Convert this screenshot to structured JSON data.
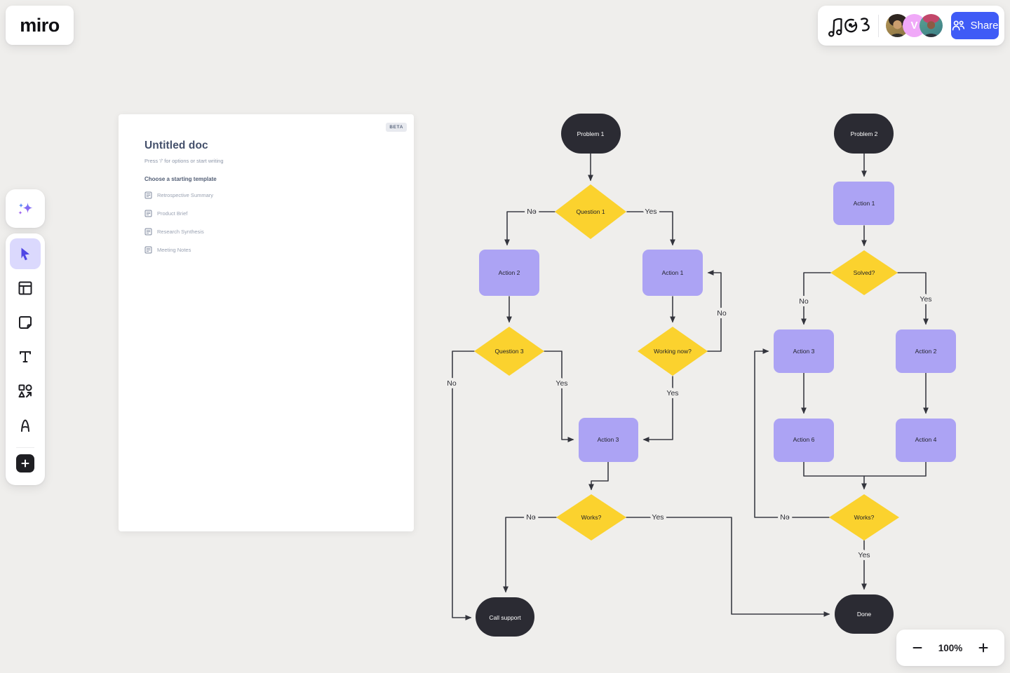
{
  "app": {
    "logo": "miro"
  },
  "header": {
    "share_label": "Share",
    "collaborators": [
      {
        "type": "photo",
        "desc": "woman avatar"
      },
      {
        "type": "letter",
        "initial": "V",
        "color": "#F0A9F8"
      },
      {
        "type": "photo",
        "desc": "man avatar"
      }
    ],
    "doodle": "hand-drawn-notes-scribble"
  },
  "toolbar": {
    "items": [
      {
        "name": "ai-assist",
        "icon": "sparkles-icon"
      },
      {
        "name": "select",
        "icon": "cursor-icon",
        "selected": true
      },
      {
        "name": "frames",
        "icon": "frame-icon"
      },
      {
        "name": "sticky-note",
        "icon": "sticky-note-icon"
      },
      {
        "name": "text",
        "icon": "text-icon"
      },
      {
        "name": "shapes",
        "icon": "shapes-icon"
      },
      {
        "name": "pen",
        "icon": "pen-icon"
      },
      {
        "name": "add-more",
        "icon": "plus-icon"
      }
    ]
  },
  "doc_card": {
    "badge": "BETA",
    "title": "Untitled doc",
    "subtitle": "Press '/' for options or start writing",
    "templates_heading": "Choose a starting template",
    "templates": [
      "Retrospective Summary",
      "Product Brief",
      "Research Synthesis",
      "Meeting Notes"
    ]
  },
  "flowchart": {
    "nodes": [
      {
        "label": "Problem 1",
        "type": "terminal"
      },
      {
        "label": "Question 1",
        "type": "decision"
      },
      {
        "label": "Action 2",
        "type": "process"
      },
      {
        "label": "Action 1",
        "type": "process"
      },
      {
        "label": "Question 3",
        "type": "decision"
      },
      {
        "label": "Working now?",
        "type": "decision"
      },
      {
        "label": "Action 3",
        "type": "process"
      },
      {
        "label": "Works?",
        "type": "decision"
      },
      {
        "label": "Call support",
        "type": "terminal"
      },
      {
        "label": "Problem 2",
        "type": "terminal"
      },
      {
        "label": "Action 1",
        "type": "process"
      },
      {
        "label": "Solved?",
        "type": "decision"
      },
      {
        "label": "Action 3",
        "type": "process"
      },
      {
        "label": "Action 2",
        "type": "process"
      },
      {
        "label": "Action 6",
        "type": "process"
      },
      {
        "label": "Action 4",
        "type": "process"
      },
      {
        "label": "Works?",
        "type": "decision"
      },
      {
        "label": "Done",
        "type": "terminal"
      }
    ],
    "edge_labels": [
      "No",
      "Yes",
      "No",
      "Yes",
      "Yes",
      "No",
      "No",
      "Yes",
      "No",
      "Yes",
      "No",
      "Yes"
    ]
  },
  "zoom_controls": {
    "level": "100%"
  },
  "colors": {
    "canvas_bg": "#EFEEEC",
    "accent_blue": "#3F5BF6",
    "node_terminal": "#2B2B33",
    "node_decision": "#FBD22E",
    "node_process": "#ACA3F4",
    "selected_tool_bg": "#DBD9FD",
    "avatar_letter_bg": "#F0A9F8"
  }
}
